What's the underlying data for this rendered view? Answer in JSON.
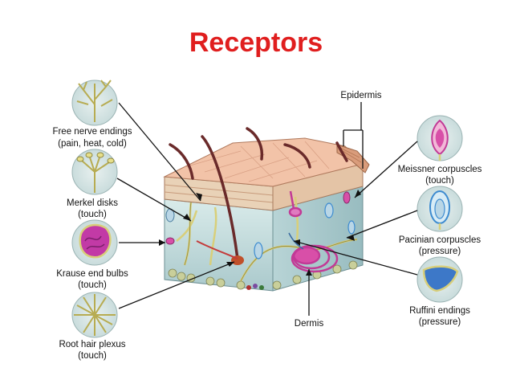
{
  "title": "Receptors",
  "labels": {
    "free_nerve_1": "Free nerve endings",
    "free_nerve_2": "(pain, heat, cold)",
    "merkel_1": "Merkel disks",
    "merkel_2": "(touch)",
    "krause_1": "Krause end bulbs",
    "krause_2": "(touch)",
    "root_hair_1": "Root hair plexus",
    "root_hair_2": "(touch)",
    "epidermis": "Epidermis",
    "dermis": "Dermis",
    "meissner_1": "Meissner corpuscles",
    "meissner_2": "(touch)",
    "pacinian_1": "Pacinian corpuscles",
    "pacinian_2": "(pressure)",
    "ruffini_1": "Ruffini endings",
    "ruffini_2": "(pressure)"
  },
  "colors": {
    "title": "#e01e1e",
    "skin_surface": "#f2c3a8",
    "epidermis": "#e0a888",
    "dermis": "#cfe3e4",
    "hair": "#6a2a2a",
    "nerve": "#d8cf7a",
    "corpuscle_pink": "#d84fa8",
    "pacinian_blue": "#3d8bd0"
  }
}
